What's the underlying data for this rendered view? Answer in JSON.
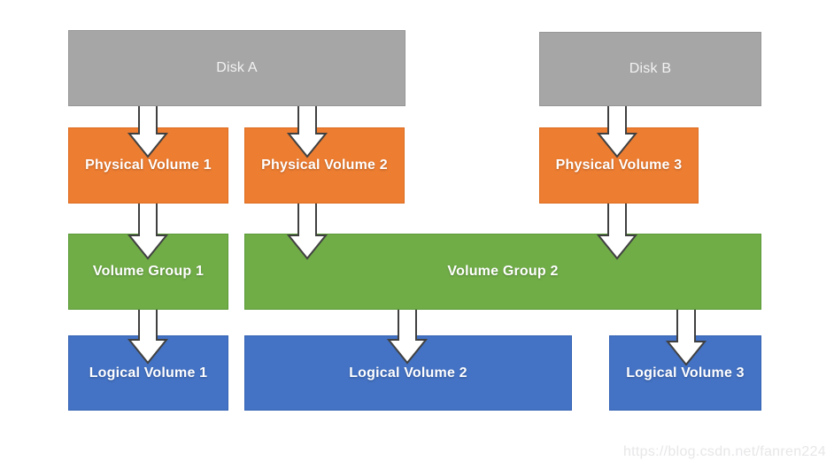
{
  "diagram": {
    "topic": "LVM storage layers: disks, physical volumes, volume groups, logical volumes"
  },
  "palette": {
    "background": "#ffffff",
    "disk_fill": "#a6a6a6",
    "disk_border": "#969696",
    "disk_text": "#f2f2f2",
    "pv_fill": "#ed7d31",
    "pv_border": "#dd6c20",
    "vg_fill": "#70ad47",
    "vg_border": "#5b9a38",
    "lv_fill": "#4472c4",
    "lv_border": "#3664b4",
    "label_text": "#ffffff",
    "arrow_fill": "#ffffff",
    "arrow_stroke": "#404040",
    "watermark_text": "#e7e7e9"
  },
  "nodes": {
    "disk_a": {
      "label": "Disk A",
      "type": "disk"
    },
    "disk_b": {
      "label": "Disk B",
      "type": "disk"
    },
    "pv1": {
      "label": "Physical Volume 1",
      "type": "physical-volume"
    },
    "pv2": {
      "label": "Physical Volume 2",
      "type": "physical-volume"
    },
    "pv3": {
      "label": "Physical Volume 3",
      "type": "physical-volume"
    },
    "vg1": {
      "label": "Volume Group 1",
      "type": "volume-group"
    },
    "vg2": {
      "label": "Volume Group 2",
      "type": "volume-group"
    },
    "lv1": {
      "label": "Logical Volume 1",
      "type": "logical-volume"
    },
    "lv2": {
      "label": "Logical Volume 2",
      "type": "logical-volume"
    },
    "lv3": {
      "label": "Logical Volume 3",
      "type": "logical-volume"
    }
  },
  "edges": [
    {
      "from": "Disk A",
      "to": "Physical Volume 1"
    },
    {
      "from": "Disk A",
      "to": "Physical Volume 2"
    },
    {
      "from": "Disk B",
      "to": "Physical Volume 3"
    },
    {
      "from": "Physical Volume 1",
      "to": "Volume Group 1"
    },
    {
      "from": "Physical Volume 2",
      "to": "Volume Group 2"
    },
    {
      "from": "Physical Volume 3",
      "to": "Volume Group 2"
    },
    {
      "from": "Volume Group 1",
      "to": "Logical Volume 1"
    },
    {
      "from": "Volume Group 2",
      "to": "Logical Volume 2"
    },
    {
      "from": "Volume Group 2",
      "to": "Logical Volume 3"
    }
  ],
  "watermark": {
    "text": "https://blog.csdn.net/fanren224"
  }
}
